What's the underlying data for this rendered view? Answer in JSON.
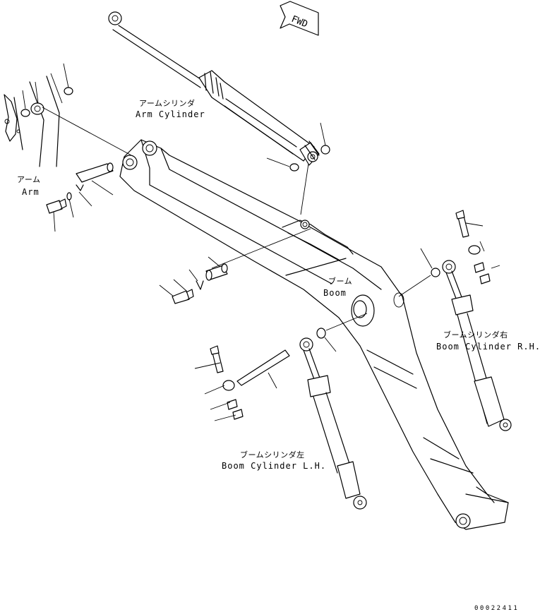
{
  "direction_marker": {
    "text": "FWD"
  },
  "labels": {
    "arm_cylinder": {
      "jp": "アームシリンダ",
      "en": "Arm Cylinder"
    },
    "arm": {
      "jp": "アーム",
      "en": "Arm"
    },
    "boom": {
      "jp": "ブーム",
      "en": "Boom"
    },
    "boom_cylinder_rh": {
      "jp": "ブームシリンダ右",
      "en": "Boom Cylinder R.H."
    },
    "boom_cylinder_lh": {
      "jp": "ブームシリンダ左",
      "en": "Boom Cylinder L.H."
    }
  },
  "drawing_number": "00022411"
}
